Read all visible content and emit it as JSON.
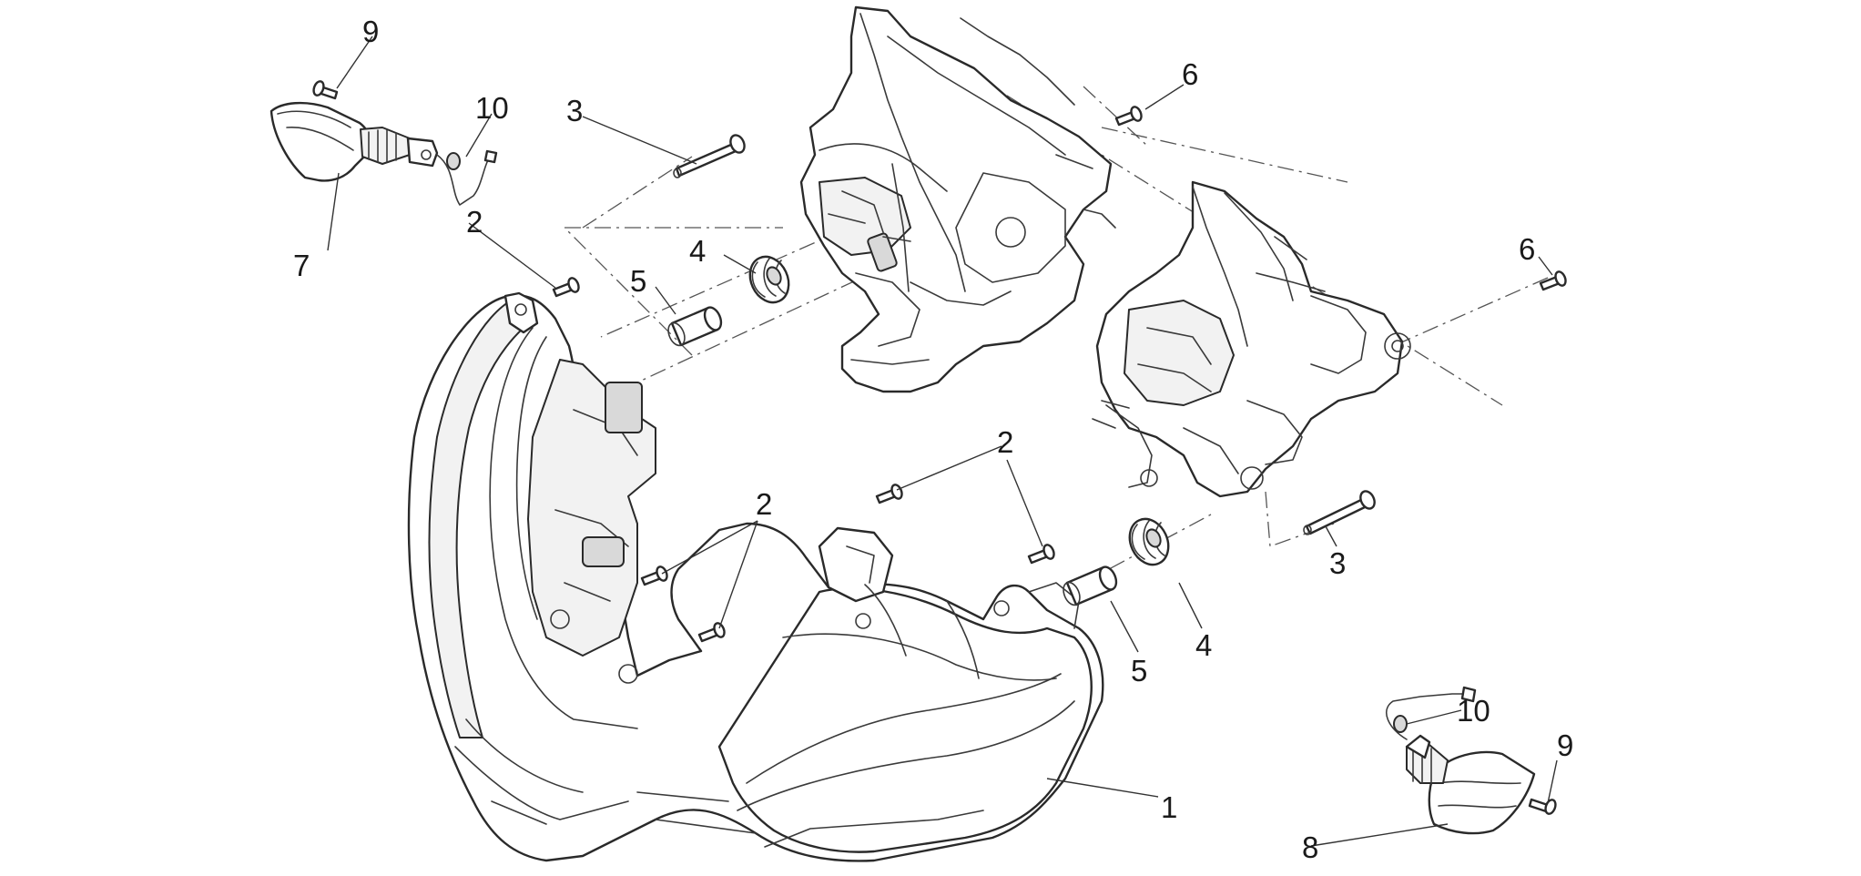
{
  "callouts": [
    {
      "id": "c1",
      "label": "1"
    },
    {
      "id": "c2a",
      "label": "2"
    },
    {
      "id": "c2b",
      "label": "2"
    },
    {
      "id": "c2c",
      "label": "2"
    },
    {
      "id": "c3a",
      "label": "3"
    },
    {
      "id": "c3b",
      "label": "3"
    },
    {
      "id": "c4a",
      "label": "4"
    },
    {
      "id": "c4b",
      "label": "4"
    },
    {
      "id": "c5a",
      "label": "5"
    },
    {
      "id": "c5b",
      "label": "5"
    },
    {
      "id": "c6a",
      "label": "6"
    },
    {
      "id": "c6b",
      "label": "6"
    },
    {
      "id": "c7",
      "label": "7"
    },
    {
      "id": "c8",
      "label": "8"
    },
    {
      "id": "c9a",
      "label": "9"
    },
    {
      "id": "c9b",
      "label": "9"
    },
    {
      "id": "c10a",
      "label": "10"
    },
    {
      "id": "c10b",
      "label": "10"
    }
  ]
}
